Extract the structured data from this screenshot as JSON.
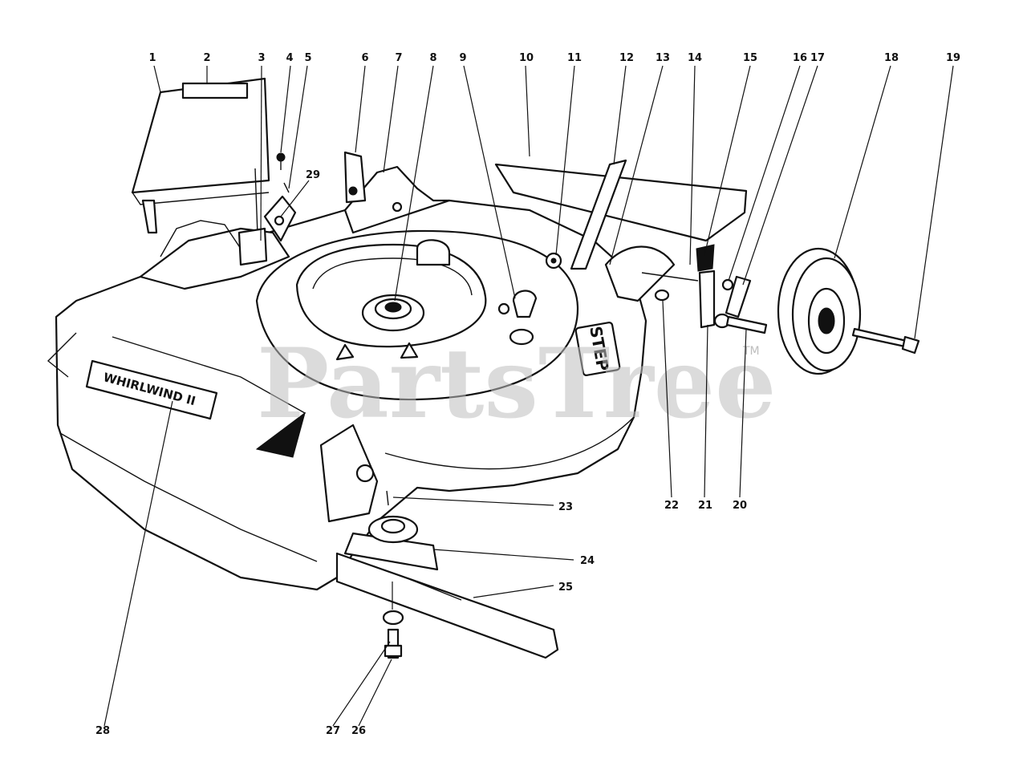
{
  "watermark": {
    "text": "PartsTree",
    "trademark": "TM"
  },
  "decals": {
    "deck_model": "WHIRLWIND II",
    "step": "STEP"
  },
  "callouts": [
    {
      "label": "1"
    },
    {
      "label": "2"
    },
    {
      "label": "3"
    },
    {
      "label": "4"
    },
    {
      "label": "5"
    },
    {
      "label": "6"
    },
    {
      "label": "7"
    },
    {
      "label": "8"
    },
    {
      "label": "9"
    },
    {
      "label": "10"
    },
    {
      "label": "11"
    },
    {
      "label": "12"
    },
    {
      "label": "13"
    },
    {
      "label": "14"
    },
    {
      "label": "15"
    },
    {
      "label": "16"
    },
    {
      "label": "17"
    },
    {
      "label": "18"
    },
    {
      "label": "19"
    },
    {
      "label": "29"
    },
    {
      "label": "22"
    },
    {
      "label": "21"
    },
    {
      "label": "20"
    },
    {
      "label": "23"
    },
    {
      "label": "24"
    },
    {
      "label": "25"
    },
    {
      "label": "28"
    },
    {
      "label": "27"
    },
    {
      "label": "26"
    }
  ]
}
